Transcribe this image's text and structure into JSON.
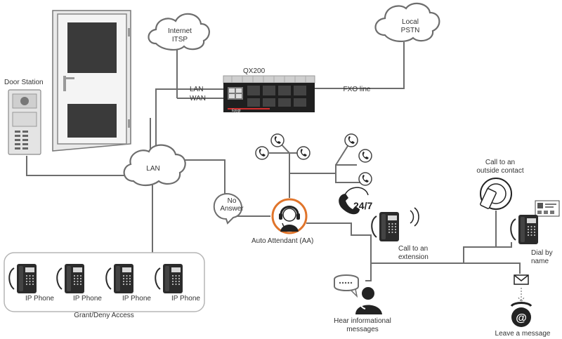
{
  "door_station": {
    "label": "Door Station"
  },
  "clouds": {
    "internet": {
      "line1": "Internet",
      "line2": "ITSP"
    },
    "pstn": {
      "line1": "Local",
      "line2": "PSTN"
    },
    "lan": {
      "label": "LAN"
    }
  },
  "gateway": {
    "model": "QX200",
    "lan_port": "LAN",
    "wan_port": "WAN",
    "fxo_line": "FXO line",
    "brand": "Epygi"
  },
  "no_answer": {
    "line1": "No",
    "line2": "Answer"
  },
  "auto_attendant": {
    "label": "Auto Attendant (AA)"
  },
  "call_extension": {
    "line1": "Call to an",
    "line2": "extension"
  },
  "badge_247": {
    "label": "24/7"
  },
  "outside_contact": {
    "line1": "Call to an",
    "line2": "outside contact"
  },
  "dial_by_name": {
    "line1": "Dial by",
    "line2": "name"
  },
  "informational": {
    "line1": "Hear informational",
    "line2": "messages"
  },
  "leave_message": {
    "label": "Leave a message"
  },
  "ip_phones": {
    "items": [
      {
        "label": "IP Phone"
      },
      {
        "label": "IP Phone"
      },
      {
        "label": "IP Phone"
      },
      {
        "label": "IP Phone"
      }
    ],
    "group_label": "Grant/Deny Access"
  },
  "colors": {
    "line": "#6d6d6d",
    "accent": "#e0742a",
    "device_dark": "#2b2b2b",
    "led_red": "#d32f2f"
  }
}
